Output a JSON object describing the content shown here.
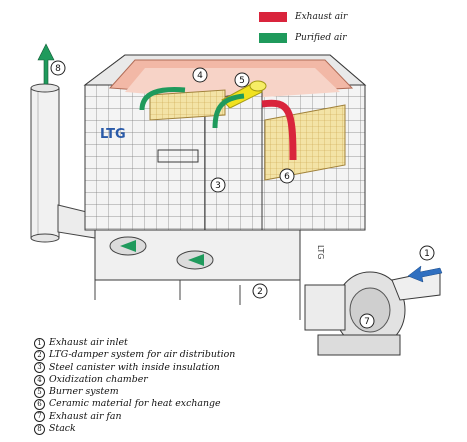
{
  "legend": {
    "exhaust": {
      "label": "Exhaust air",
      "color": "#d9243c"
    },
    "purified": {
      "label": "Purified air",
      "color": "#1f9a5c"
    }
  },
  "logo_text": "LTG",
  "side_text": "LTG",
  "callouts": [
    "8",
    "4",
    "5",
    "3",
    "6",
    "1",
    "2",
    "7"
  ],
  "components": [
    {
      "num": "1",
      "label": "Exhaust air inlet"
    },
    {
      "num": "2",
      "label": "LTG-damper system for air distribution"
    },
    {
      "num": "3",
      "label": "Steel canister with inside insulation"
    },
    {
      "num": "4",
      "label": "Oxidization chamber"
    },
    {
      "num": "5",
      "label": "Burner system"
    },
    {
      "num": "6",
      "label": "Ceramic material for heat exchange"
    },
    {
      "num": "7",
      "label": "Exhaust air fan"
    },
    {
      "num": "8",
      "label": "Stack"
    }
  ],
  "colors": {
    "outline": "#3a3a3a",
    "panel": "#f4f4f4",
    "insulation": "#f2b8a6",
    "ceramic": "#f3e3a6",
    "inlet_arrow": "#2f6fc0",
    "burner": "#f2e21e"
  }
}
